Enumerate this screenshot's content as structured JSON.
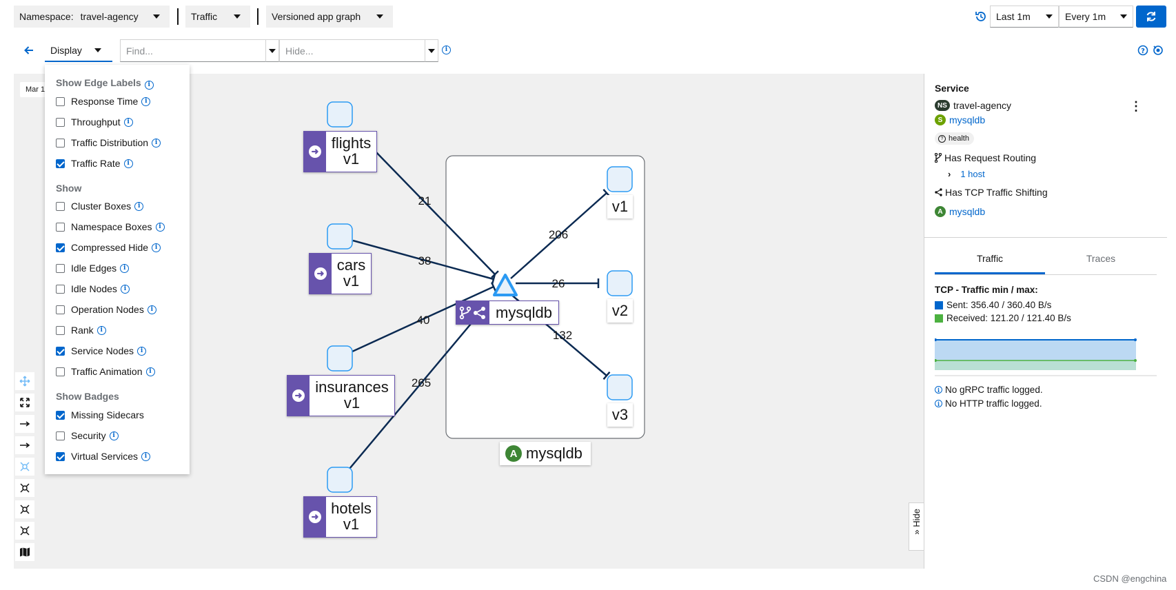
{
  "toolbar": {
    "namespace_label": "Namespace:",
    "namespace_value": "travel-agency",
    "graph_type": "Traffic",
    "graph_view": "Versioned app graph",
    "duration": "Last 1m",
    "refresh": "Every 1m"
  },
  "filters": {
    "display_label": "Display",
    "find_placeholder": "Find...",
    "hide_placeholder": "Hide..."
  },
  "graph": {
    "date_chip": "Mar 1",
    "services": [
      {
        "name": "flights",
        "version": "v1"
      },
      {
        "name": "cars",
        "version": "v1"
      },
      {
        "name": "insurances",
        "version": "v1"
      },
      {
        "name": "hotels",
        "version": "v1"
      }
    ],
    "versions": [
      "v1",
      "v2",
      "v3"
    ],
    "service_node_label": "mysqldb",
    "app_box_badge": "A",
    "app_box_label": "mysqldb",
    "edge_labels": {
      "flights": "21",
      "cars": "38",
      "insurances": "40",
      "hotels": "265",
      "v1": "206",
      "v2": "26",
      "v3": "132"
    }
  },
  "display_menu": {
    "edge_labels_heading": "Show Edge Labels",
    "edge_labels": [
      {
        "label": "Response Time",
        "checked": false
      },
      {
        "label": "Throughput",
        "checked": false
      },
      {
        "label": "Traffic Distribution",
        "checked": false
      },
      {
        "label": "Traffic Rate",
        "checked": true
      }
    ],
    "show_heading": "Show",
    "show": [
      {
        "label": "Cluster Boxes",
        "checked": false
      },
      {
        "label": "Namespace Boxes",
        "checked": false
      },
      {
        "label": "Compressed Hide",
        "checked": true
      },
      {
        "label": "Idle Edges",
        "checked": false
      },
      {
        "label": "Idle Nodes",
        "checked": false
      },
      {
        "label": "Operation Nodes",
        "checked": false
      },
      {
        "label": "Rank",
        "checked": false
      },
      {
        "label": "Service Nodes",
        "checked": true
      },
      {
        "label": "Traffic Animation",
        "checked": false
      }
    ],
    "badges_heading": "Show Badges",
    "badges": [
      {
        "label": "Missing Sidecars",
        "checked": true
      },
      {
        "label": "Security",
        "checked": false
      },
      {
        "label": "Virtual Services",
        "checked": true
      }
    ]
  },
  "panel": {
    "title": "Service",
    "ns_badge": "NS",
    "namespace": "travel-agency",
    "s_badge": "S",
    "service": "mysqldb",
    "health_label": "health",
    "request_routing": "Has Request Routing",
    "host_link": "1 host",
    "tcp_shifting": "Has TCP Traffic Shifting",
    "app_badge": "A",
    "app_link": "mysqldb",
    "tabs": [
      "Traffic",
      "Traces"
    ],
    "chart_title": "TCP - Traffic min / max:",
    "sent": "Sent: 356.40 / 360.40 B/s",
    "received": "Received: 121.20 / 121.40 B/s",
    "no_grpc": "No gRPC traffic logged.",
    "no_http": "No HTTP traffic logged.",
    "hide_tab": "Hide",
    "colors": {
      "sent": "#0066cc",
      "received": "#4cb140"
    }
  },
  "footer": "CSDN @engchina"
}
